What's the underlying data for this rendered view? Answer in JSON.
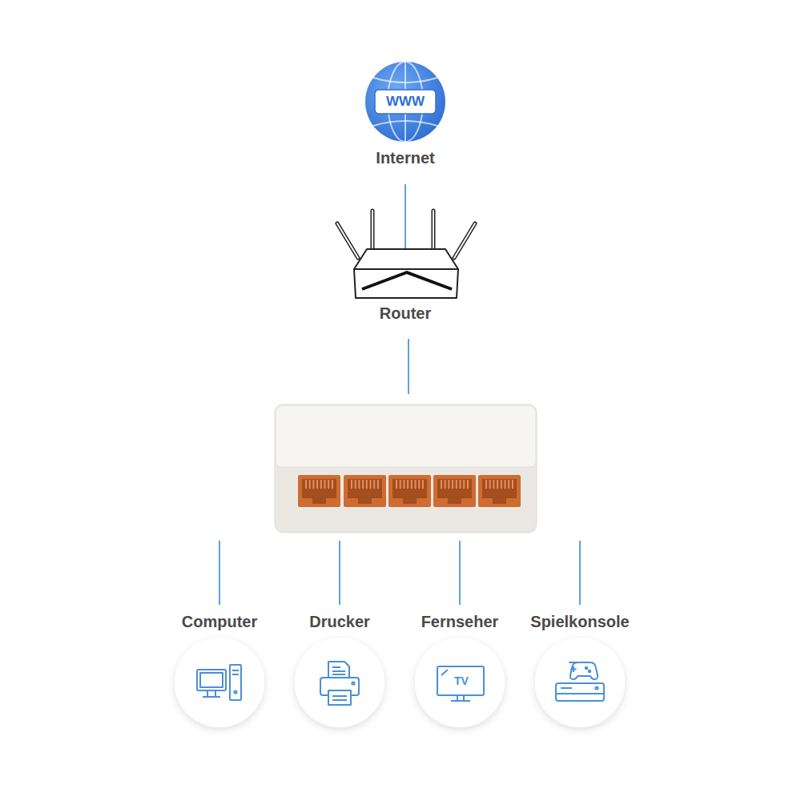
{
  "diagram": {
    "nodes": [
      {
        "text": [
          "WWW",
          "Internet"
        ]
      },
      {
        "text": [
          "Router"
        ]
      },
      {
        "text": [
          "Computer"
        ]
      },
      {
        "text": [
          "Drucker"
        ]
      },
      {
        "text": [
          "Fernseher",
          "TV"
        ]
      },
      {
        "text": [
          "Spielkonsole"
        ]
      }
    ],
    "edges": [
      {
        "from": 0,
        "to": 1,
        "arrow": "none"
      }
    ]
  }
}
